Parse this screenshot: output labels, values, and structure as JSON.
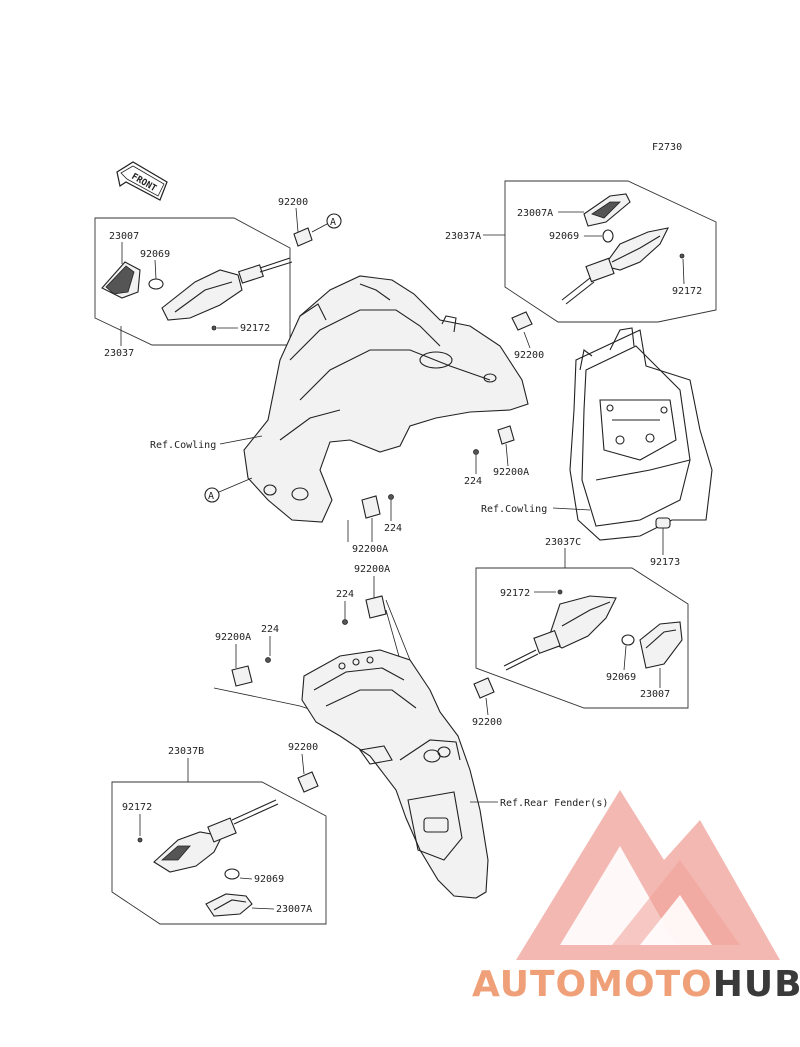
{
  "figure_code": "F2730",
  "front_arrow_label": "FRONT",
  "callout_a": "A",
  "labels": {
    "l_92200_top": "92200",
    "l_23007_left": "23007",
    "l_92069_left": "92069",
    "l_92172_left": "92172",
    "l_23037": "23037",
    "l_23007A_top": "23007A",
    "l_23037A": "23037A",
    "l_92069_top": "92069",
    "l_92172_top": "92172",
    "l_92200_mid": "92200",
    "l_92200A_mid": "92200A",
    "l_224_mid": "224",
    "l_ref_cowling_left": "Ref.Cowling",
    "l_ref_cowling_right": "Ref.Cowling",
    "l_224_low": "224",
    "l_92200A_low": "92200A",
    "l_92173": "92173",
    "l_92200A_b": "92200A",
    "l_224_b": "224",
    "l_23037C": "23037C",
    "l_92172_c": "92172",
    "l_92200A_c": "92200A",
    "l_224_c": "224",
    "l_92069_c": "92069",
    "l_23007_c": "23007",
    "l_92200_c": "92200",
    "l_23037B": "23037B",
    "l_92200_b": "92200",
    "l_92172_b": "92172",
    "l_ref_rear_fender": "Ref.Rear Fender(s)",
    "l_92069_b": "92069",
    "l_23007A_b": "23007A"
  },
  "watermark": {
    "part1": "AUTOMOTO",
    "part2": "HUB",
    "color_primary": "#f08a80",
    "color_secondary": "#3a3a3a",
    "color_logo": "#f06a64"
  }
}
